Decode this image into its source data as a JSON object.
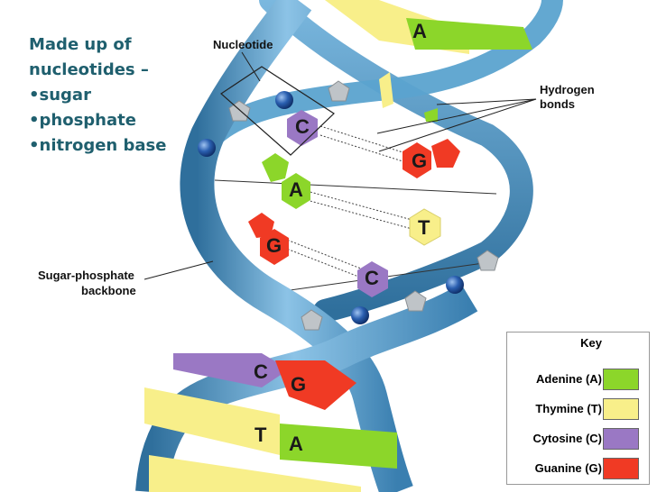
{
  "intro": {
    "line1": "Made up of",
    "line2": "nucleotides –",
    "bullets": [
      "•sugar",
      "•phosphate",
      "•nitrogen base"
    ]
  },
  "labels": {
    "nucleotide": "Nucleotide",
    "hydrogen_bonds_1": "Hydrogen",
    "hydrogen_bonds_2": "bonds",
    "backbone_1": "Sugar-phosphate",
    "backbone_2": "backbone"
  },
  "bases": {
    "A": "A",
    "C": "C",
    "G": "G",
    "T": "T"
  },
  "key": {
    "title": "Key",
    "items": [
      {
        "label": "Adenine (A)",
        "color": "#8cd62a"
      },
      {
        "label": "Thymine (T)",
        "color": "#f8ef8a"
      },
      {
        "label": "Cytosine (C)",
        "color": "#9a78c4"
      },
      {
        "label": "Guanine (G)",
        "color": "#f03a24"
      }
    ]
  },
  "colors": {
    "backbone": "#5ba3cf",
    "backbone_dark": "#2f6f9c",
    "phosphate_sphere": "#1c4f98",
    "sugar_pentagon": "#bfc4c8",
    "intro_text": "#1f5f6e"
  }
}
